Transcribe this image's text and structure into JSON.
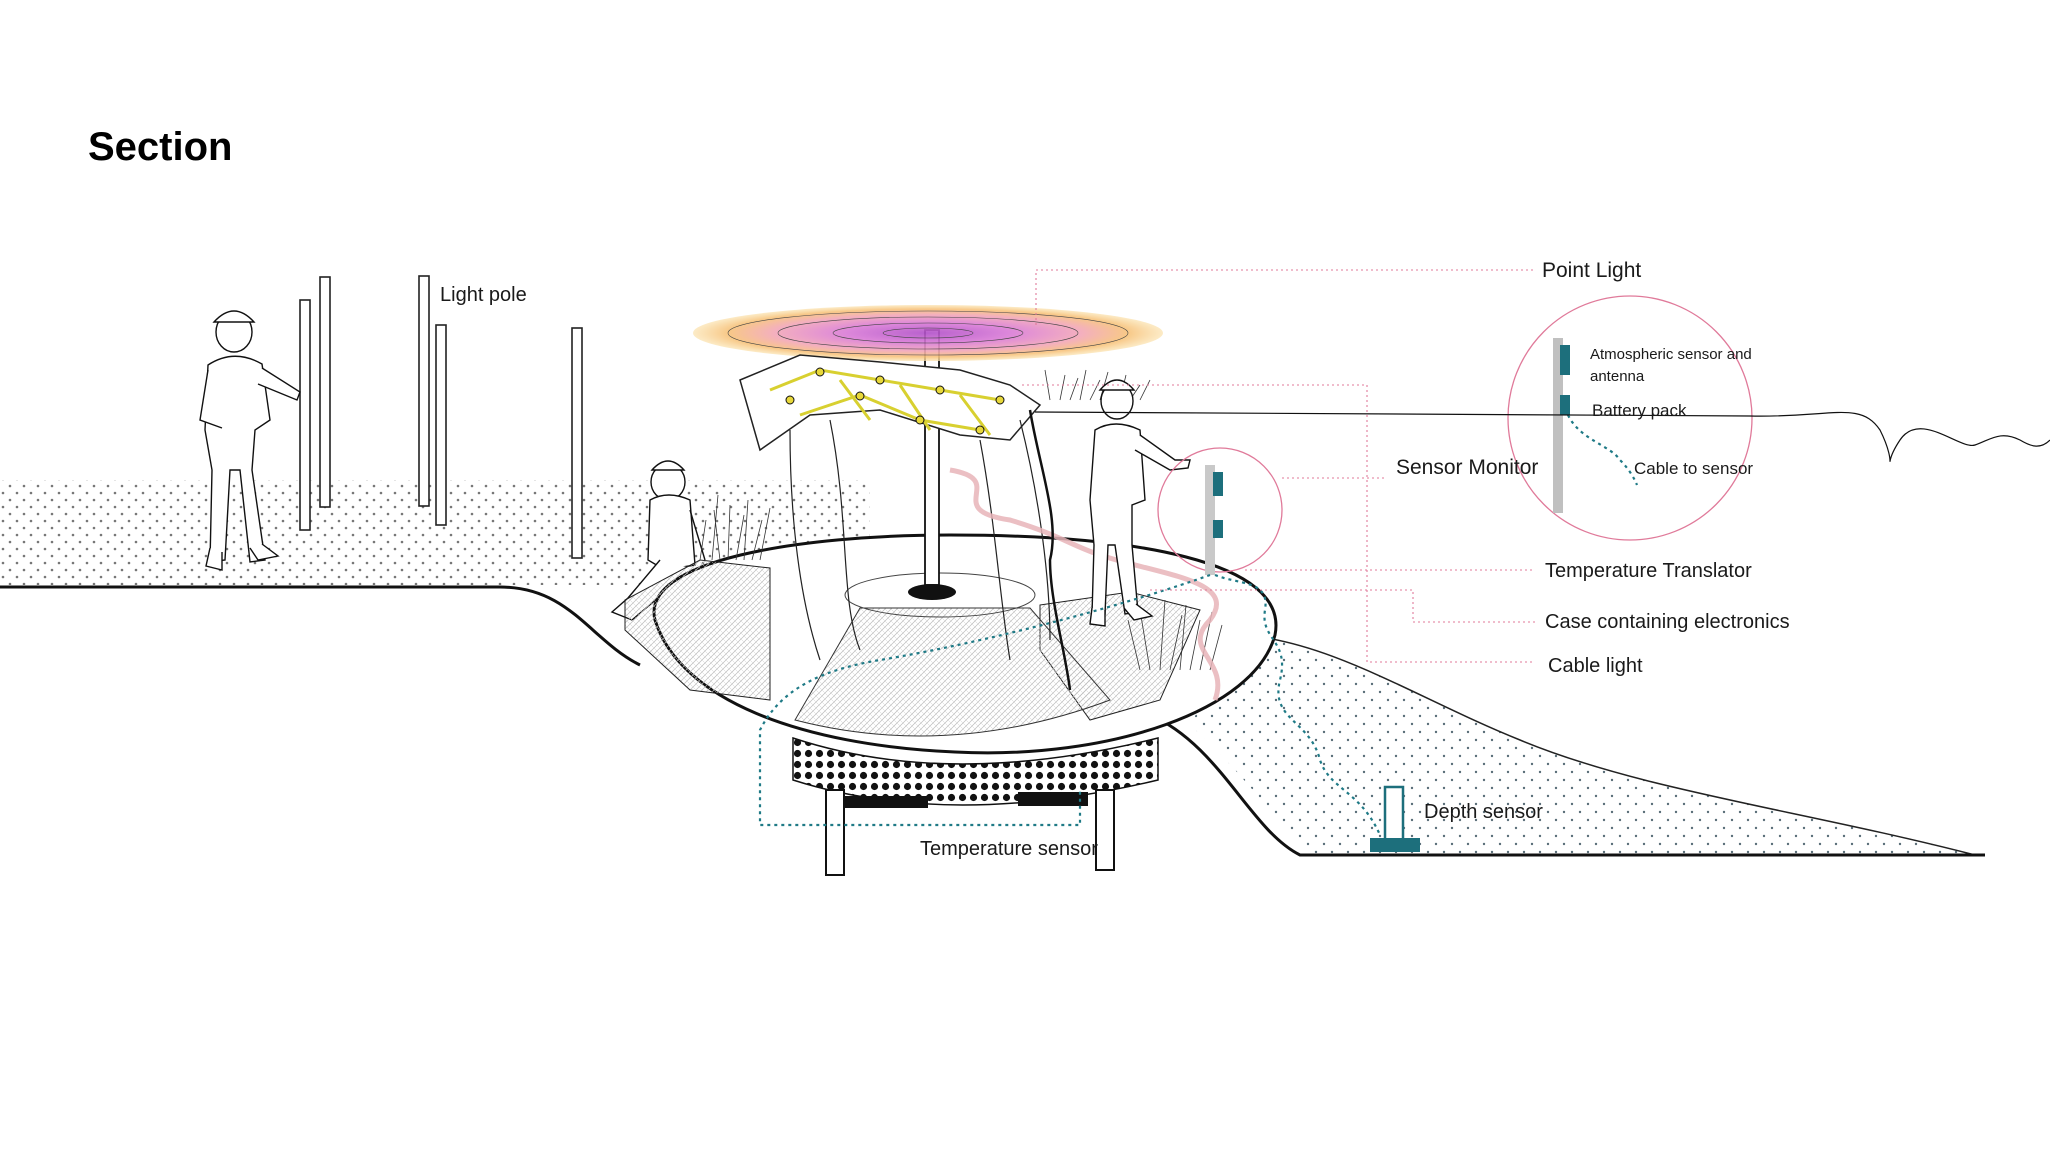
{
  "title": "Section",
  "labels": {
    "light_pole": "Light pole",
    "point_light": "Point Light",
    "atmospheric_sensor": "Atmospheric sensor and antenna",
    "battery_pack": "Battery pack",
    "cable_to_sensor": "Cable to sensor",
    "sensor_monitor": "Sensor Monitor",
    "temperature_translator": "Temperature Translator",
    "case_electronics": "Case containing electronics",
    "cable_light": "Cable light",
    "depth_sensor": "Depth sensor",
    "temperature_sensor": "Temperature sensor"
  },
  "colors": {
    "leader_pink": "#e07a9a",
    "cable_teal": "#1f7a86",
    "sensor_teal": "#1d6f7c",
    "light_yellow": "#f2e04a",
    "disc_magenta": "#c85ac8",
    "disc_orange": "#f5b060",
    "ribbon_pink": "#e8b4b8",
    "ink": "#111111",
    "dot_grey": "#777777"
  }
}
